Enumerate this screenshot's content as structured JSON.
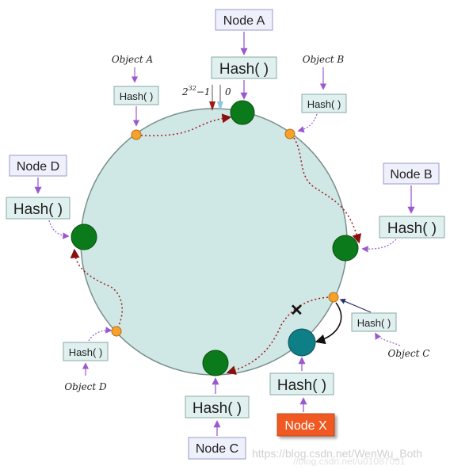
{
  "nodes": {
    "a": "Node A",
    "b": "Node B",
    "c": "Node C",
    "d": "Node D",
    "x": "Node X"
  },
  "hash_label": "Hash( )",
  "objects": {
    "a": "Object A",
    "b": "Object B",
    "c": "Object C",
    "d": "Object D"
  },
  "ring_top": {
    "max_base": "2",
    "max_exp": "32",
    "max_rest": "−1",
    "zero": "0"
  },
  "removed_mark": "✕",
  "watermark": {
    "line1": "https://blog.csdn.net/WenWu_Both",
    "line2": "//blog.csdn.net/u01087051"
  },
  "colors": {
    "ring_fill": "#cfe8e5",
    "ring_stroke": "#7a8f8c",
    "node_green": "#0b7a1a",
    "node_teal": "#0f7f87",
    "object_orange": "#f5a12b",
    "box_fill": "#dff0ee",
    "box_stroke": "#8aa9a5",
    "node_box_fill": "#eef0fb",
    "node_box_stroke": "#9a9ac9",
    "node_x_fill": "#f05a23",
    "arrow_purple": "#9b59d0",
    "path_red": "#a11a1a"
  }
}
